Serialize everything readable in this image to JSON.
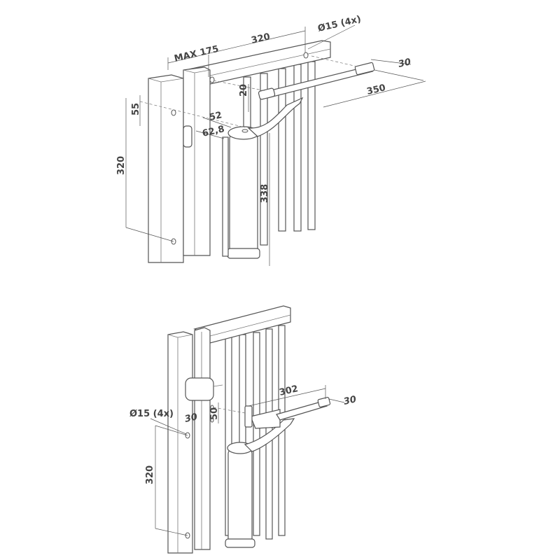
{
  "top_view": {
    "dimensions": {
      "rail_length": "320",
      "hole_diameter": "Ø15 (4x)",
      "max_offset": "MAX 175",
      "arm_width": "30",
      "arm_offset": "20",
      "arm_length": "350",
      "hole_spacing": "55",
      "pivot_offset": "52",
      "pivot_depth": "62,8",
      "post_height": "320",
      "closer_height": "338"
    }
  },
  "bottom_view": {
    "dimensions": {
      "arm_length": "302",
      "arm_width": "30",
      "hole_diameter": "Ø15 (4x)",
      "hole_offset": "30",
      "hole_spacing": "50",
      "post_height": "320"
    }
  },
  "colors": {
    "line": "#555555",
    "background": "#ffffff"
  }
}
